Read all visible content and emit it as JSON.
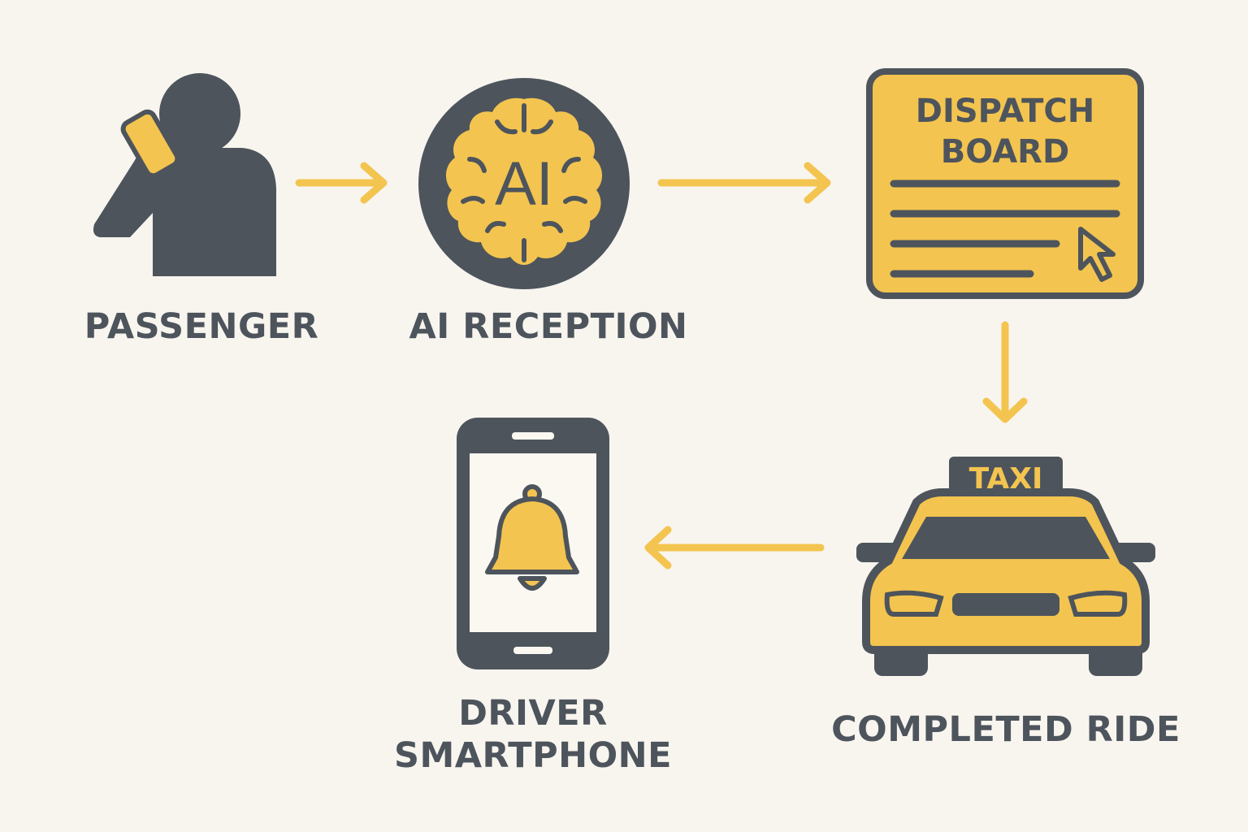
{
  "colors": {
    "background": "#f8f5ef",
    "dark": "#4d545c",
    "accent": "#f3c44f"
  },
  "nodes": {
    "passenger": {
      "label": "PASSENGER",
      "icon": "person-phone-icon"
    },
    "ai_reception": {
      "label": "AI RECEPTION",
      "icon": "ai-brain-icon",
      "badge_text": "AI"
    },
    "dispatch_board": {
      "title_line1": "DISPATCH",
      "title_line2": "BOARD",
      "icon": "dispatch-board-icon"
    },
    "completed_ride": {
      "label": "COMPLETED RIDE",
      "icon": "taxi-icon",
      "sign_text": "TAXI"
    },
    "driver_smartphone": {
      "label_line1": "DRIVER",
      "label_line2": "SMARTPHONE",
      "icon": "smartphone-bell-icon"
    }
  },
  "edges": [
    {
      "from": "passenger",
      "to": "ai_reception"
    },
    {
      "from": "ai_reception",
      "to": "dispatch_board"
    },
    {
      "from": "dispatch_board",
      "to": "completed_ride"
    },
    {
      "from": "completed_ride",
      "to": "driver_smartphone"
    }
  ]
}
